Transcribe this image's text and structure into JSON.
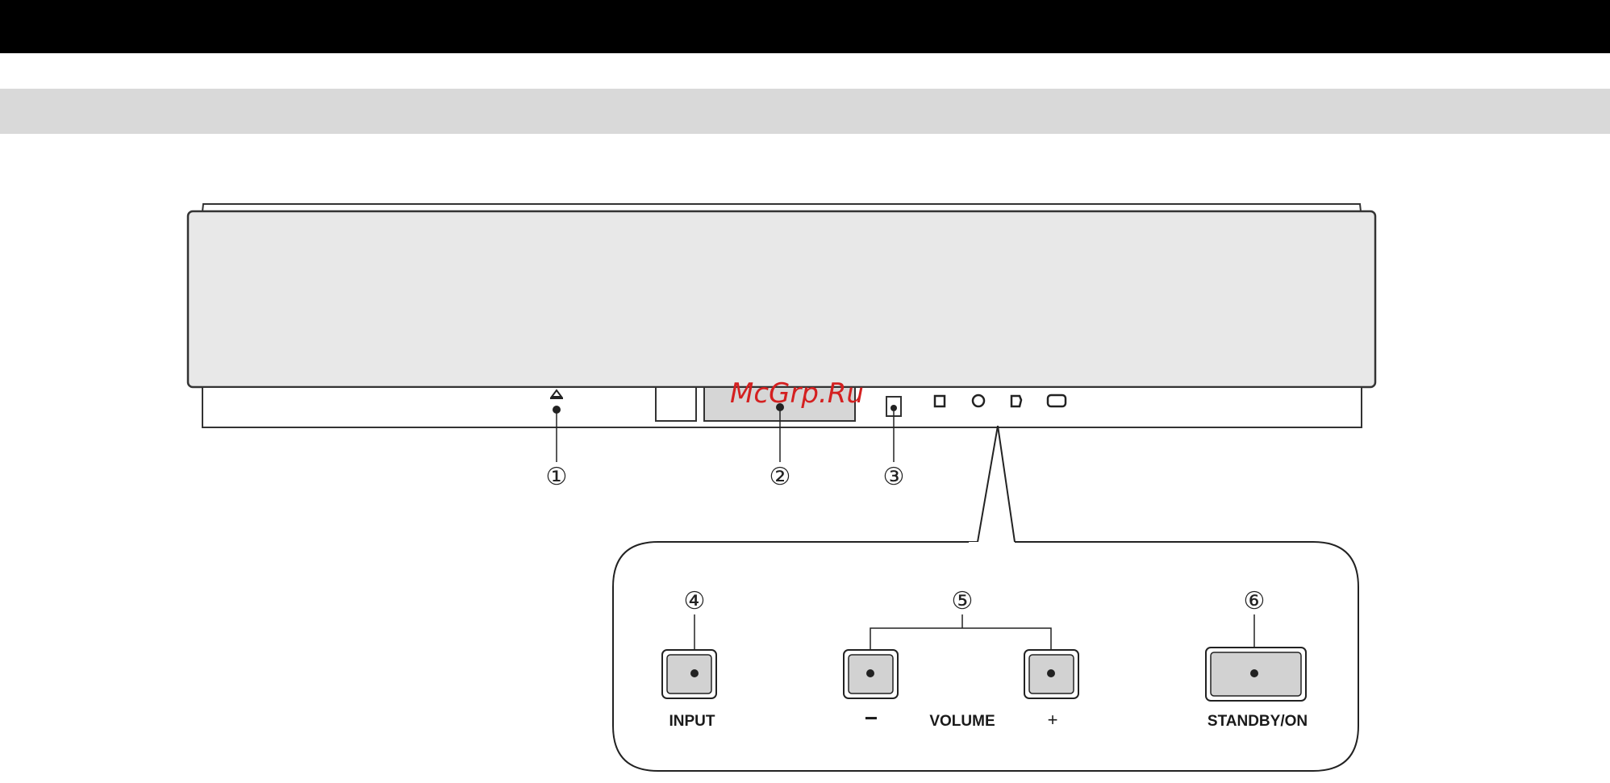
{
  "header": {
    "bar_color": "#000000",
    "subbar_color": "#d9d9d9"
  },
  "watermark": {
    "text": "McGrp.Ru",
    "color": "#d42020"
  },
  "callouts": [
    "①",
    "②",
    "③",
    "④",
    "⑤",
    "⑥"
  ],
  "buttons": {
    "input_label": "INPUT",
    "volume_minus": "−",
    "volume_label": "VOLUME",
    "volume_plus": "+",
    "standby_label": "STANDBY/ON"
  }
}
